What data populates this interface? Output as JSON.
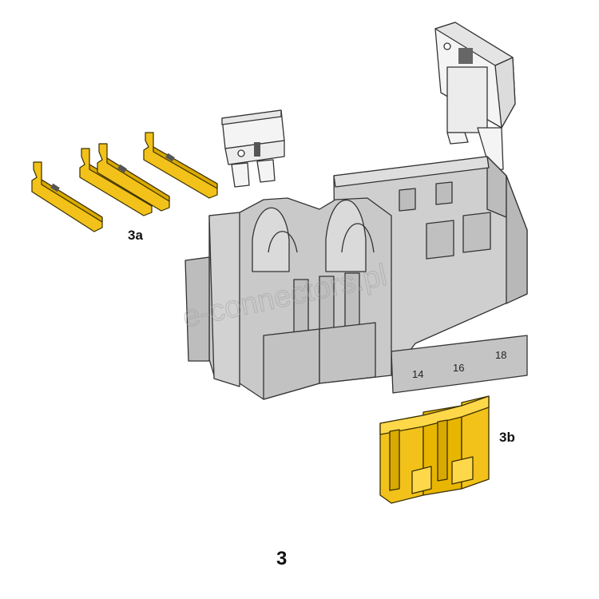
{
  "labels": {
    "part_3a": "3a",
    "part_3b": "3b",
    "figure_number": "3"
  },
  "housing": {
    "cavity_numbers": [
      "14",
      "16",
      "18"
    ]
  },
  "fuses": {
    "mini_fuse_marking": "",
    "maxi_fuse_marking": ""
  },
  "watermark": "e-connectors.pl",
  "colors": {
    "terminal_yellow": "#f2c21a",
    "housing_gray": "#c9c9c9",
    "fuse_white": "#f4f4f4",
    "outline": "#333333"
  }
}
